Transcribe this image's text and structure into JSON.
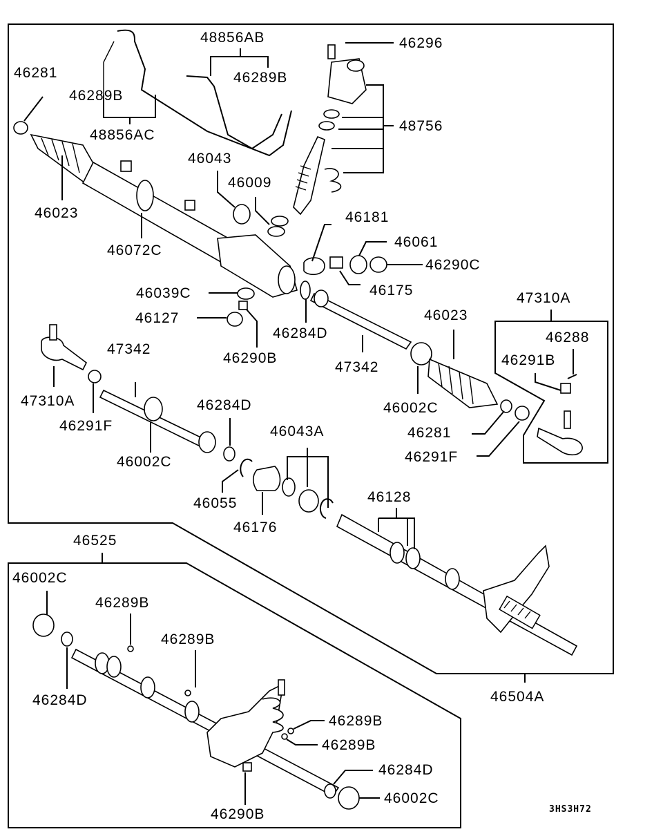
{
  "diagram": {
    "type": "exploded-parts-diagram",
    "subject": "power steering gear box (rack and pinion) assembly",
    "figure_code": "3HS3H72",
    "assemblies": {
      "main_gear": "46504A",
      "tie_rod_end_set": "47310A",
      "rack_housing_set": "46525",
      "pressure_tube_set_ab": "48856AB",
      "pressure_tube_set_ac": "48856AC",
      "valve_housing_kit": "48756",
      "rack_seal_kit": "46043A",
      "rack_bushing_seals": "46128"
    },
    "labels": {
      "l48856ab": "48856AB",
      "l46296": "46296",
      "l46281_top": "46281",
      "l46289b_ab": "46289B",
      "l46289b_ac": "46289B",
      "l48856ac": "48856AC",
      "l48756": "48756",
      "l46043": "46043",
      "l46009": "46009",
      "l46023_left": "46023",
      "l46072c": "46072C",
      "l46181": "46181",
      "l46061": "46061",
      "l46290c": "46290C",
      "l46175": "46175",
      "l46039c": "46039C",
      "l46127": "46127",
      "l46284d_mid": "46284D",
      "l46290b_mid": "46290B",
      "l47310a_box": "47310A",
      "l46023_right": "46023",
      "l46288": "46288",
      "l46291b": "46291B",
      "l47342_left": "47342",
      "l47342_right": "47342",
      "l47310a_left": "47310A",
      "l46291f_left": "46291F",
      "l46002c_right": "46002C",
      "l46284d_left": "46284D",
      "l46281_right": "46281",
      "l46291f_right": "46291F",
      "l46002c_mid": "46002C",
      "l46043a": "46043A",
      "l46055": "46055",
      "l46176": "46176",
      "l46128": "46128",
      "l46525": "46525",
      "l46504a": "46504A",
      "l46002c_box_top": "46002C",
      "l46289b_box1": "46289B",
      "l46289b_box2": "46289B",
      "l46284d_box_left": "46284D",
      "l46289b_box3": "46289B",
      "l46289b_box4": "46289B",
      "l46284d_box_right": "46284D",
      "l46002c_box_right": "46002C",
      "l46290b_box": "46290B"
    }
  }
}
